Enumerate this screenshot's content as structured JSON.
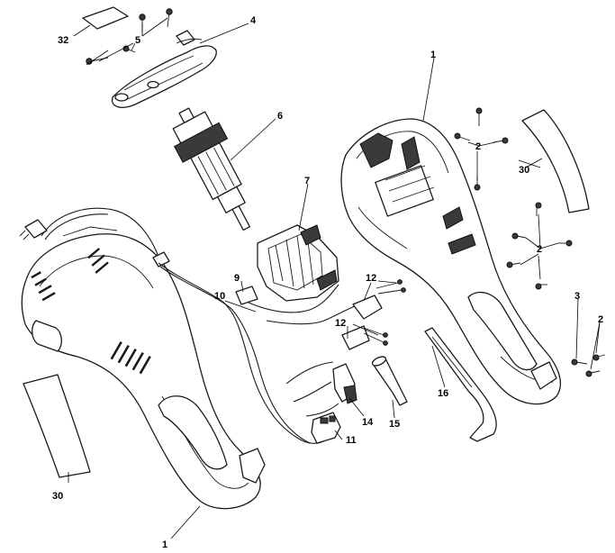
{
  "callouts": {
    "c1_top": "1",
    "c1_bottom": "1",
    "c2_upper": "2",
    "c2_middle": "2",
    "c2_right": "2",
    "c3": "3",
    "c4": "4",
    "c5": "5",
    "c6": "6",
    "c7": "7",
    "c9": "9",
    "c10": "10",
    "c11": "11",
    "c12_upper": "12",
    "c12_lower": "12",
    "c14": "14",
    "c15": "15",
    "c16": "16",
    "c30_right": "30",
    "c30_left": "30",
    "c32": "32"
  }
}
